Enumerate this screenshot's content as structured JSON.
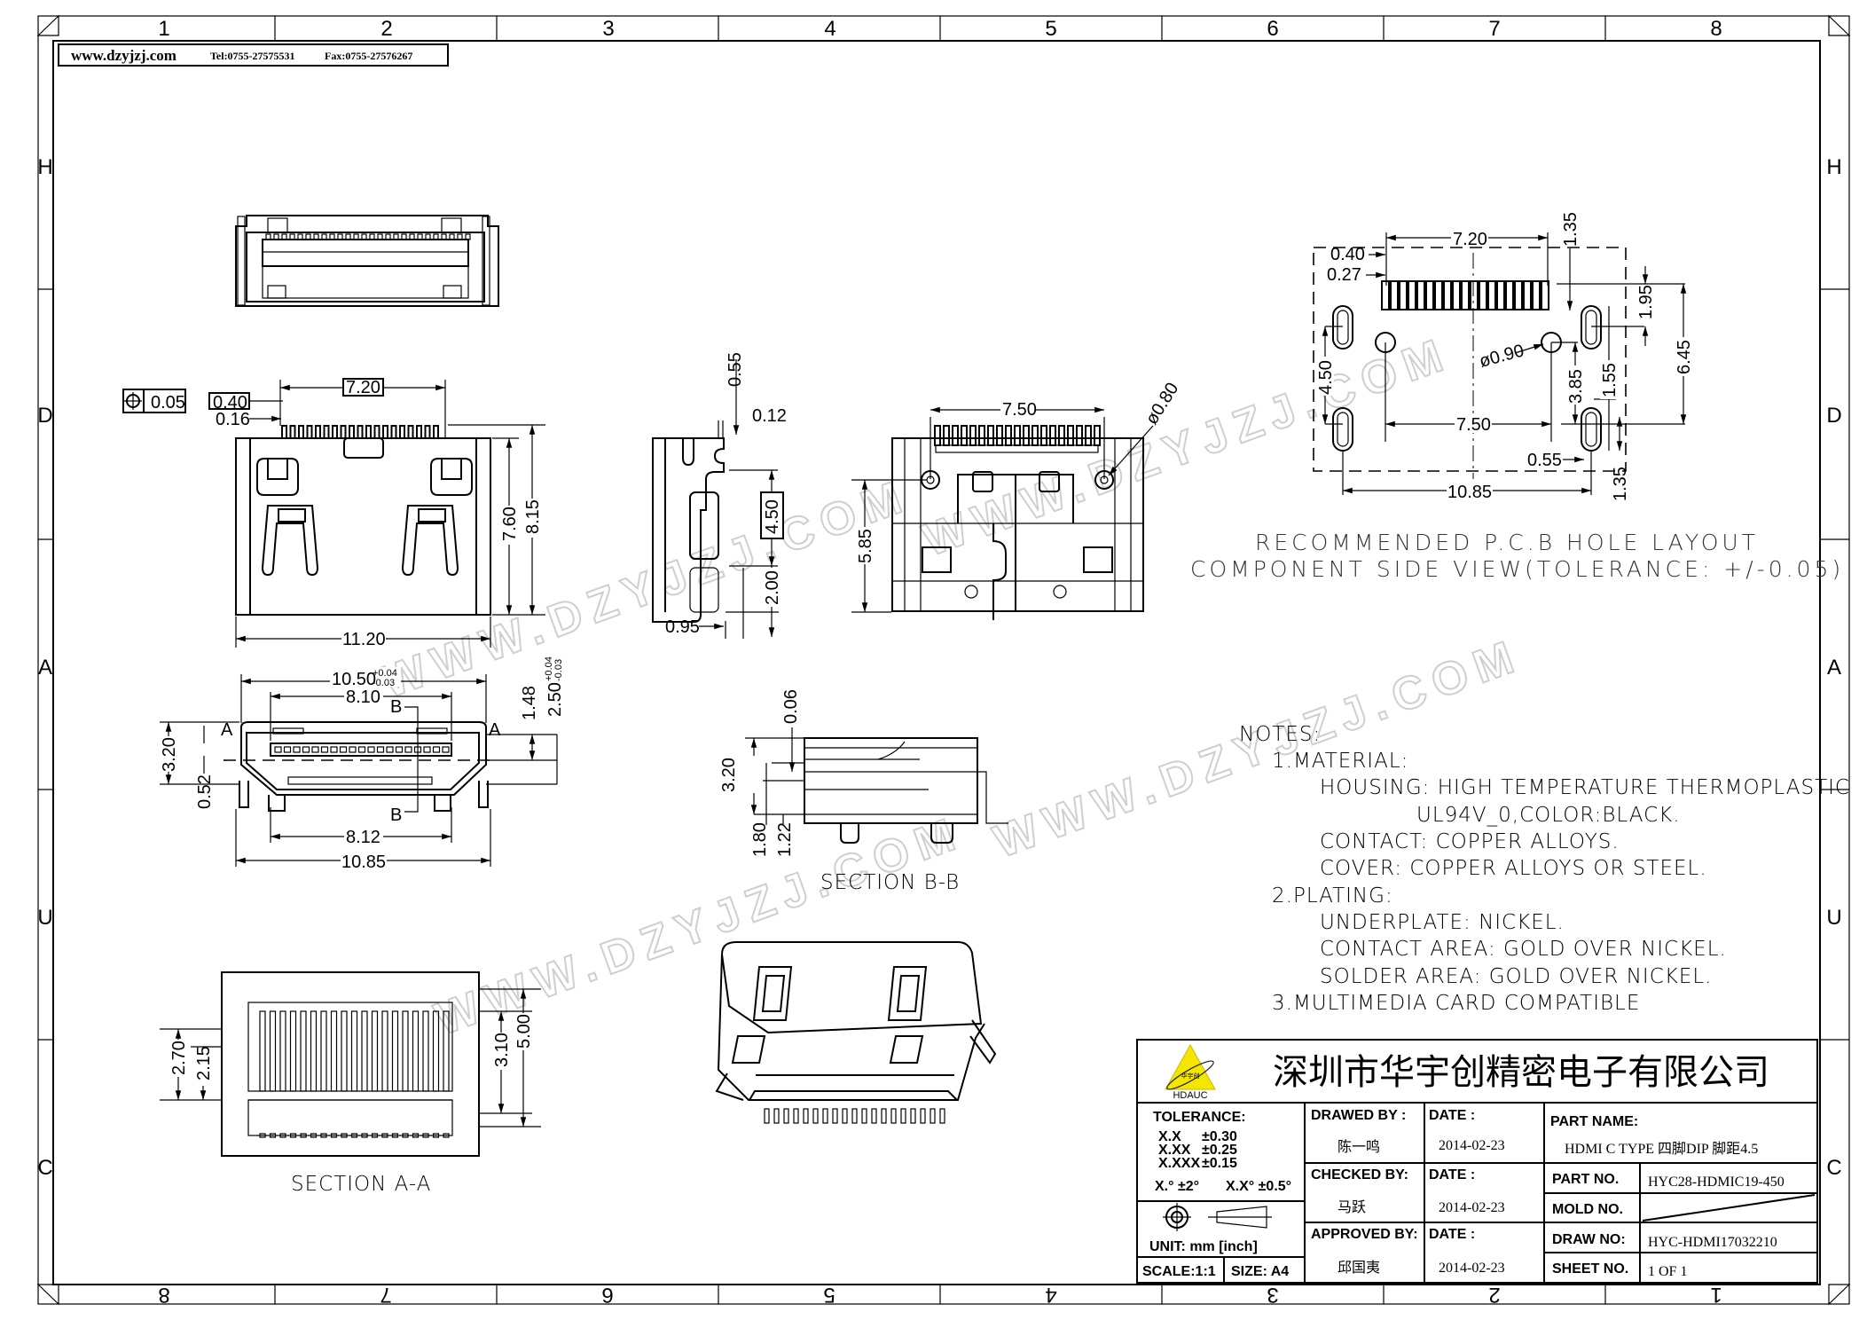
{
  "header": {
    "website": "www.dzyjzj.com",
    "tel": "Tel:0755-27575531",
    "fax": "Fax:0755-27576267"
  },
  "grid": {
    "columns": [
      "1",
      "2",
      "3",
      "4",
      "5",
      "6",
      "7",
      "8"
    ],
    "columns_bottom": [
      "8",
      "7",
      "6",
      "5",
      "4",
      "3",
      "2",
      "1"
    ],
    "rows": [
      "H",
      "D",
      "A",
      "U",
      "C"
    ]
  },
  "watermark": "WWW.DZYJZJ.COM",
  "views": {
    "top": {
      "position_tol": "0.05",
      "pitch": "0.40",
      "pin_width": "0.16",
      "pin_span": "7.20",
      "body_depth": "7.60",
      "overall_depth": "8.15",
      "width": "11.20"
    },
    "front": {
      "outer_width": "10.50",
      "outer_tol_plus": "+0.04",
      "outer_tol_minus": "-0.03",
      "inner_width": "8.10",
      "section_b": "B",
      "section_a": "A",
      "tongue_height": "1.48",
      "opening_height": "2.50",
      "opening_tol_plus": "+0.04",
      "opening_tol_minus": "-0.03",
      "height": "3.20",
      "tongue_offset": "0.52",
      "bottom_inner": "8.12",
      "leg_span": "10.85"
    },
    "section_aa": {
      "title": "SECTION A-A",
      "d1": "2.70",
      "d2": "2.15",
      "d3": "3.10",
      "d4": "5.00"
    },
    "side": {
      "d1": "0.55",
      "d2": "0.12",
      "d3": "4.50",
      "d4": "2.00",
      "d5": "0.95"
    },
    "bottom": {
      "peg_span": "7.50",
      "peg_dia": "ø0.80",
      "d1": "5.85"
    },
    "section_bb": {
      "title": "SECTION B-B",
      "d1": "0.06",
      "d2": "3.20",
      "d3": "1.80",
      "d4": "1.22"
    },
    "pcb": {
      "title_line1": "RECOMMENDED P.C.B HOLE LAYOUT",
      "title_line2": "COMPONENT SIDE VIEW(TOLERANCE: +/-0.05)",
      "pin_span": "7.20",
      "d135a": "1.35",
      "pitch": "0.40",
      "pad": "0.27",
      "d195": "1.95",
      "d645": "6.45",
      "hole_dia": "ø0.90",
      "d450": "4.50",
      "d385": "3.85",
      "d155": "1.55",
      "peg_span": "7.50",
      "slot_w": "0.55",
      "d135b": "1.35",
      "slot_span": "10.85"
    }
  },
  "notes": {
    "title": "NOTES:",
    "lines": [
      "1.MATERIAL:",
      "HOUSING: HIGH TEMPERATURE THERMOPLASTIC",
      "UL94V_0,COLOR:BLACK.",
      "CONTACT: COPPER ALLOYS.",
      "COVER: COPPER ALLOYS OR STEEL.",
      "2.PLATING:",
      "UNDERPLATE: NICKEL.",
      "CONTACT AREA: GOLD OVER NICKEL.",
      "SOLDER AREA: GOLD OVER NICKEL.",
      "3.MULTIMEDIA CARD COMPATIBLE"
    ]
  },
  "title_block": {
    "logo_text": "HDAUC",
    "logo_cn": "华宇创",
    "company": "深圳市华宇创精密电子有限公司",
    "tolerance_label": "TOLERANCE:",
    "tolerances": [
      {
        "fmt": "X.X",
        "val": "±0.30"
      },
      {
        "fmt": "X.XX",
        "val": "±0.25"
      },
      {
        "fmt": "X.XXX",
        "val": "±0.15"
      }
    ],
    "angle_tol_1": "X.° ±2°",
    "angle_tol_2": "X.X° ±0.5°",
    "unit": "UNIT:  mm  [inch]",
    "scale": "SCALE:1:1",
    "size": "SIZE:  A4",
    "drawed_by_label": "DRAWED BY :",
    "drawed_by": "陈一鸣",
    "checked_by_label": "CHECKED BY:",
    "checked_by": "马跃",
    "approved_by_label": "APPROVED BY:",
    "approved_by": "邱国夷",
    "date_label": "DATE :",
    "drawed_date": "2014-02-23",
    "checked_date": "2014-02-23",
    "approved_date": "2014-02-23",
    "part_name_label": "PART NAME:",
    "part_name": "HDMI C TYPE 四脚DIP 脚距4.5",
    "part_no_label": "PART NO.",
    "part_no": "HYC28-HDMIC19-450",
    "mold_no_label": "MOLD NO.",
    "draw_no_label": "DRAW NO:",
    "draw_no": "HYC-HDMI17032210",
    "sheet_no_label": "SHEET NO.",
    "sheet_no": "1 OF 1"
  }
}
